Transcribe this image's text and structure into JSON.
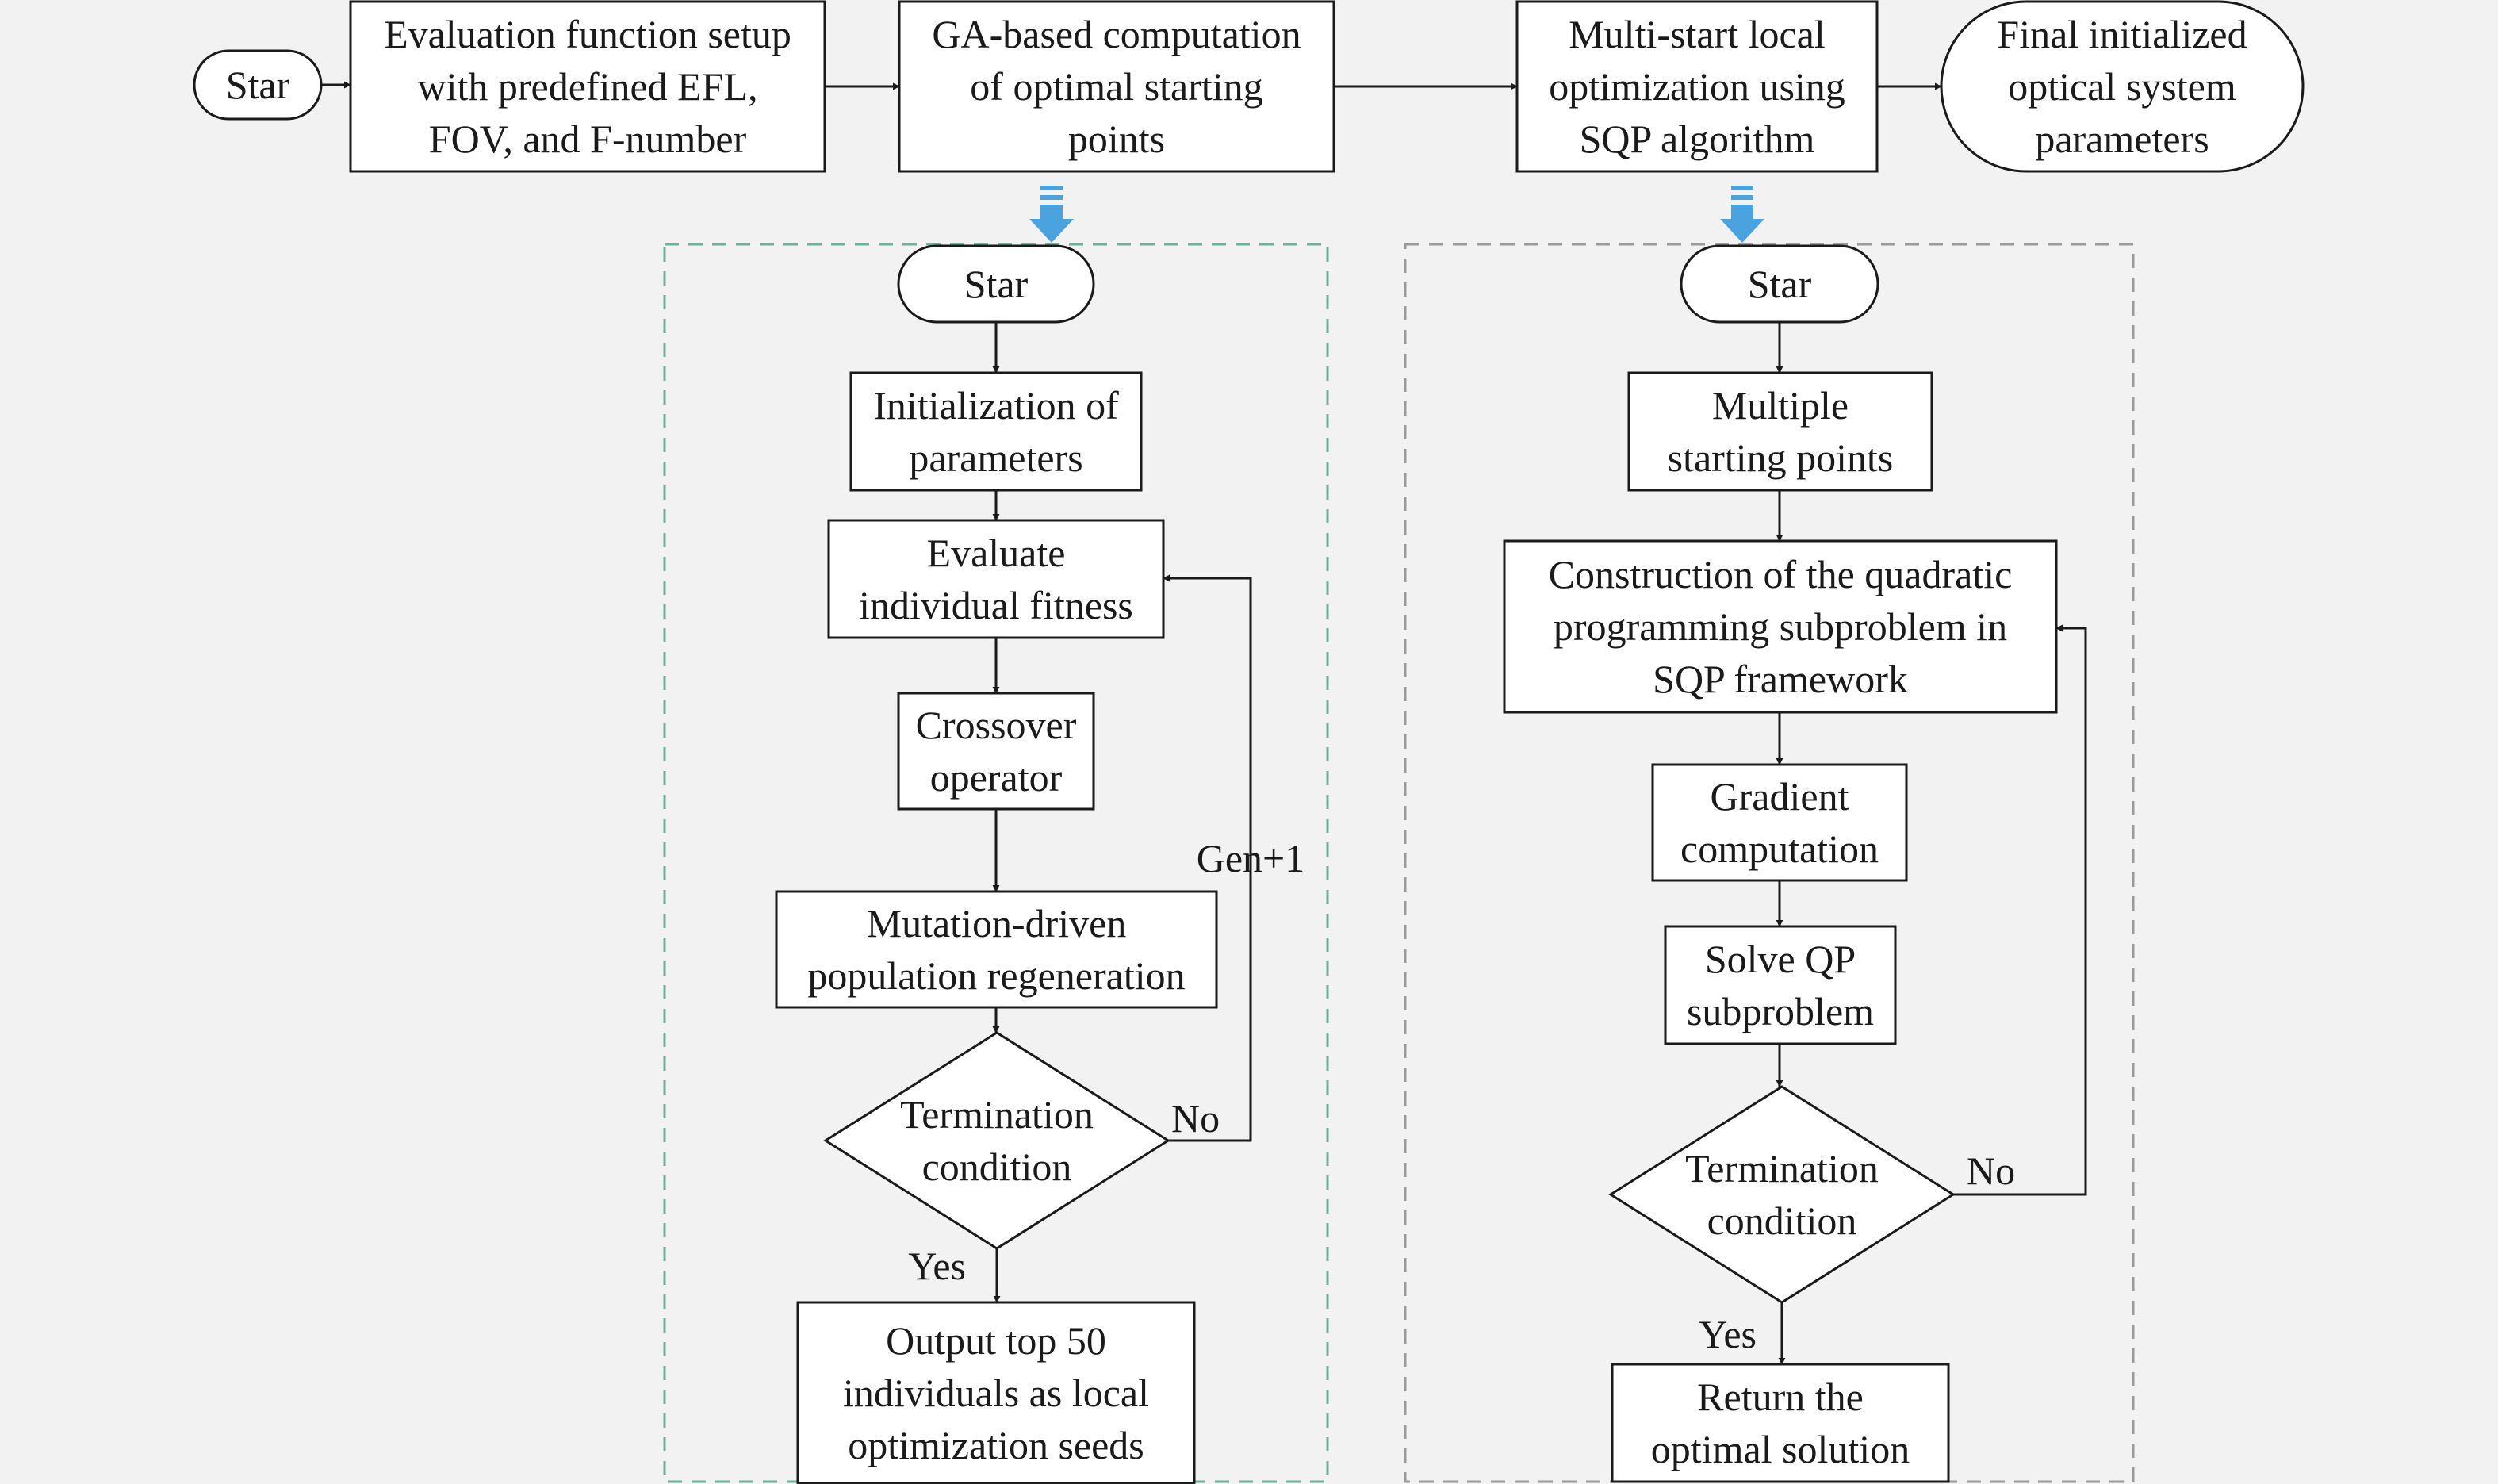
{
  "colors": {
    "background": "#f2f2f2",
    "stroke": "#1a1a1a",
    "ga_frame": "#6fae9b",
    "sqp_frame": "#9a9a9a",
    "arrow_accent": "#4aa3df"
  },
  "top_flow": {
    "start": [
      "Star"
    ],
    "eval_setup": [
      "Evaluation function setup",
      "with predefined EFL,",
      "FOV, and F-number"
    ],
    "ga_comp": [
      "GA-based computation",
      "of optimal starting",
      "points"
    ],
    "multistart": [
      "Multi-start local",
      "optimization using",
      "SQP algorithm"
    ],
    "final": [
      "Final initialized",
      "optical system",
      "parameters"
    ]
  },
  "ga_flow": {
    "start": [
      "Star"
    ],
    "init": [
      "Initialization of",
      "parameters"
    ],
    "evaluate": [
      "Evaluate",
      "individual fitness"
    ],
    "crossover": [
      "Crossover",
      "operator"
    ],
    "mutation": [
      "Mutation-driven",
      "population regeneration"
    ],
    "termination": [
      "Termination",
      "condition"
    ],
    "output": [
      "Output top 50",
      "individuals as local",
      "optimization seeds"
    ],
    "loop_label": "Gen+1",
    "no_label": "No",
    "yes_label": "Yes"
  },
  "sqp_flow": {
    "start": [
      "Star"
    ],
    "multiple": [
      "Multiple",
      "starting points"
    ],
    "construct": [
      "Construction of the quadratic",
      "programming subproblem in",
      "SQP framework"
    ],
    "gradient": [
      "Gradient",
      "computation"
    ],
    "solve": [
      "Solve QP",
      "subproblem"
    ],
    "termination": [
      "Termination",
      "condition"
    ],
    "return": [
      "Return the",
      "optimal solution"
    ],
    "no_label": "No",
    "yes_label": "Yes"
  }
}
